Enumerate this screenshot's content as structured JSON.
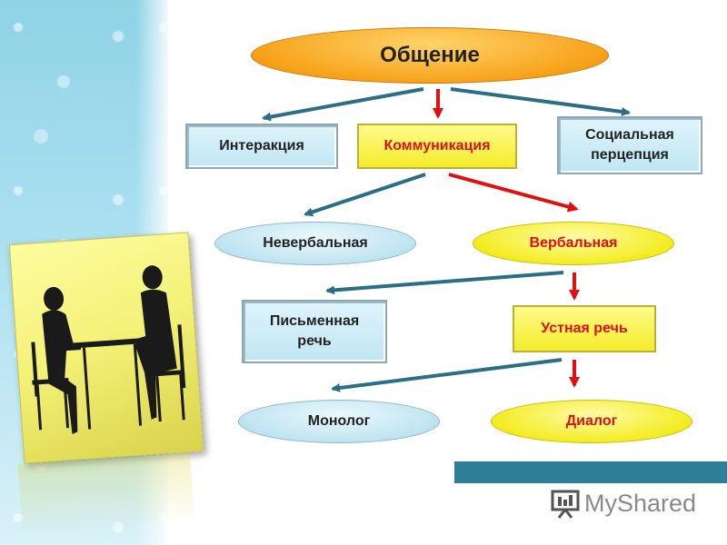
{
  "diagram": {
    "root": "Общение",
    "level1": {
      "left": "Интеракция",
      "center": "Коммуникация",
      "right_line1": "Социальная",
      "right_line2": "перцепция"
    },
    "level2": {
      "left": "Невербальная",
      "right": "Вербальная"
    },
    "level3": {
      "left_line1": "Письменная",
      "left_line2": "речь",
      "right": "Устная речь"
    },
    "level4": {
      "left": "Монолог",
      "right": "Диалог"
    }
  },
  "branding": {
    "logo_text_1": "My",
    "logo_text_2": "Shared"
  },
  "colors": {
    "arrow_blue": "#2a6f86",
    "arrow_red": "#e01010",
    "accent_teal": "#2f7f99",
    "highlight_text": "#e01010"
  },
  "icons": {
    "logo": "presentation-board-icon"
  }
}
